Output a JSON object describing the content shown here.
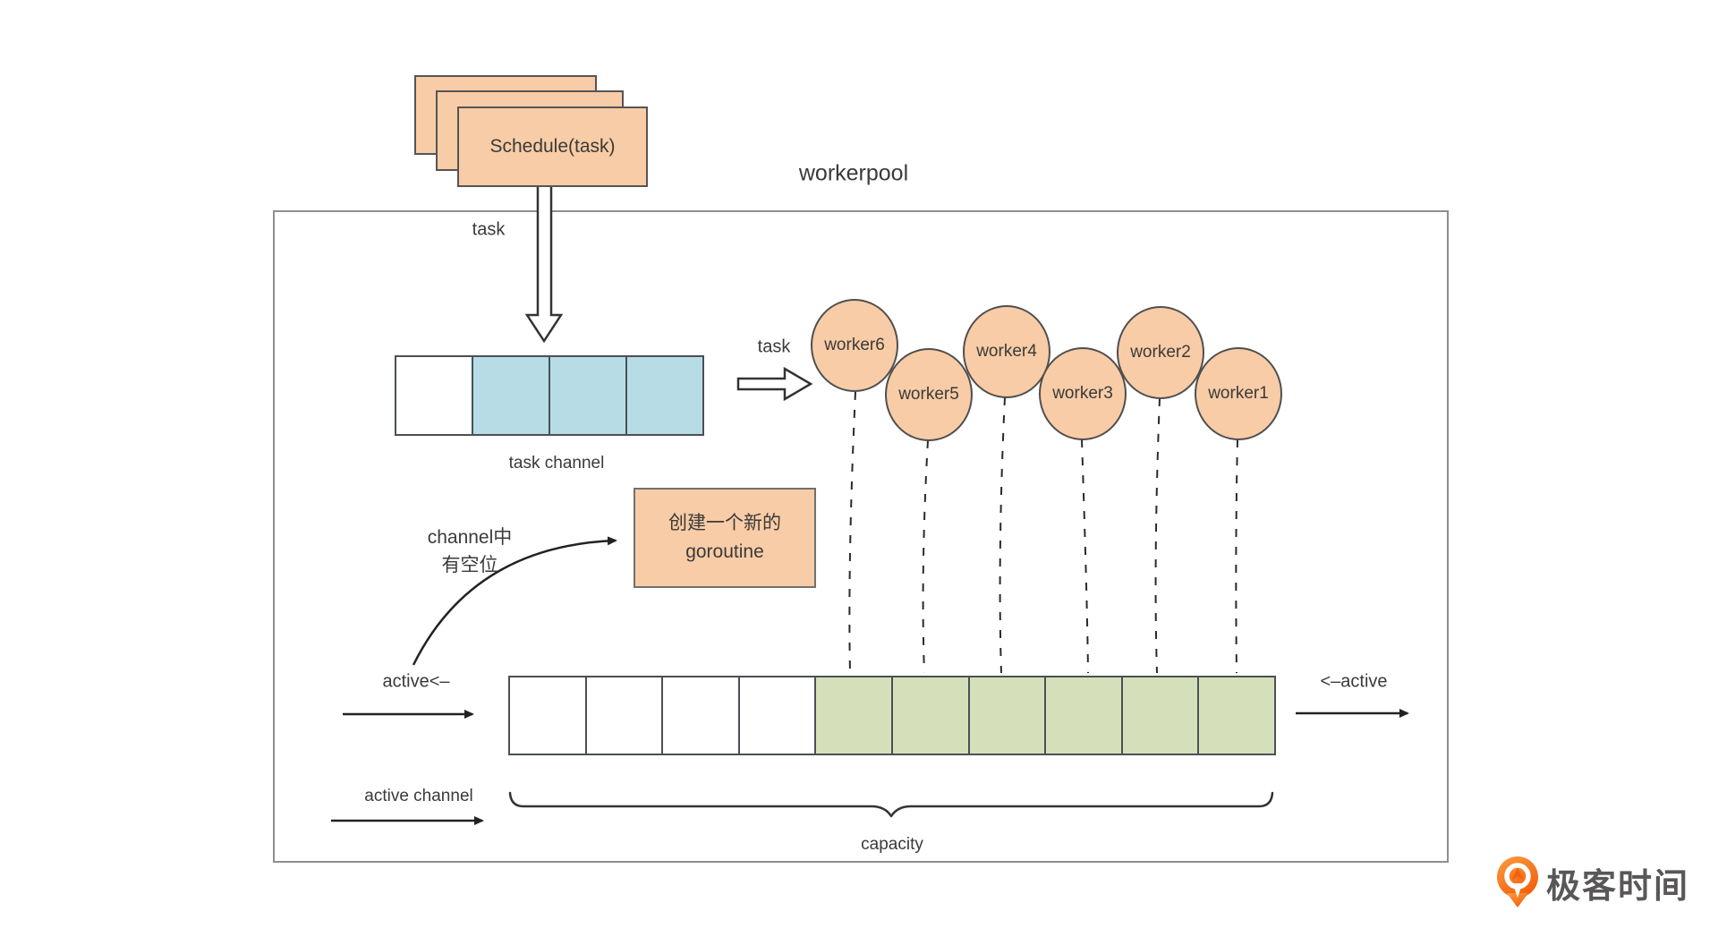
{
  "diagram": {
    "container_label": "workerpool",
    "schedule_box_label": "Schedule(task)",
    "task_label_top": "task",
    "task_label_mid": "task",
    "task_channel": {
      "label": "task channel",
      "total_cells": 4,
      "filled_cells": 3
    },
    "active_channel": {
      "label": "active channel",
      "total_cells": 10,
      "filled_cells": 6
    },
    "workers": [
      "worker6",
      "worker5",
      "worker4",
      "worker3",
      "worker2",
      "worker1"
    ],
    "goroutine_box": {
      "line1": "创建一个新的",
      "line2": "goroutine"
    },
    "channel_note": {
      "line1": "channel中",
      "line2": "有空位"
    },
    "active_in_label": "active<–",
    "active_out_label": "<–active",
    "capacity_label": "capacity"
  },
  "logo": {
    "text": "极客时间"
  },
  "colors": {
    "peach": "#f8cca6",
    "blue": "#b7dce5",
    "green": "#d5e0bb",
    "cell-border": "#4a5055",
    "container-border": "#8f8f8f",
    "text": "#3a3a3a",
    "logo-orange": "#f4730f",
    "logo-orange-light": "#f99d3e",
    "logo-text": "#595757"
  }
}
